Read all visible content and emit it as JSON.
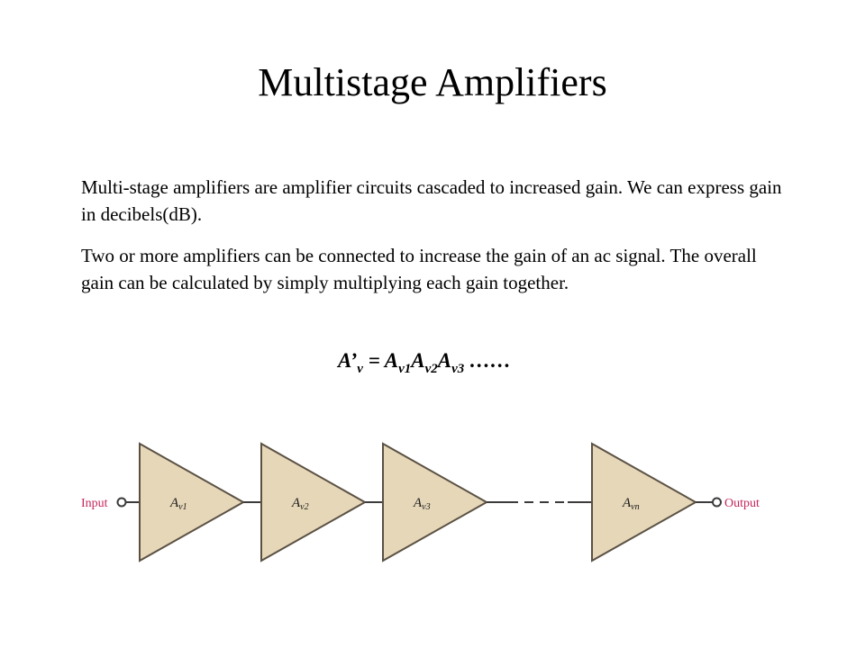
{
  "slide": {
    "title": "Multistage Amplifiers",
    "paragraphs": [
      "Multi-stage amplifiers are amplifier circuits cascaded to increased gain. We can express gain in decibels(dB).",
      "Two or more amplifiers can be connected to increase the gain of an ac signal. The overall gain can be calculated by simply multiplying each gain together."
    ],
    "formula": {
      "lhs": "A’",
      "lhs_sub": "v",
      "equals": " = ",
      "terms": [
        {
          "base": "A",
          "sub": "v1"
        },
        {
          "base": "A",
          "sub": "v2"
        },
        {
          "base": "A",
          "sub": "v3"
        }
      ],
      "ellipsis": " ……"
    }
  },
  "diagram": {
    "input_label": "Input",
    "output_label": "Output",
    "stages": [
      {
        "base": "A",
        "sub": "v1"
      },
      {
        "base": "A",
        "sub": "v2"
      },
      {
        "base": "A",
        "sub": "v3"
      },
      {
        "base": "A",
        "sub": "vn"
      }
    ],
    "colors": {
      "stage_fill": "#e6d7b8",
      "stage_outline": "#5a5144",
      "io_label": "#c5265a",
      "wire": "#3b3b3b"
    }
  }
}
